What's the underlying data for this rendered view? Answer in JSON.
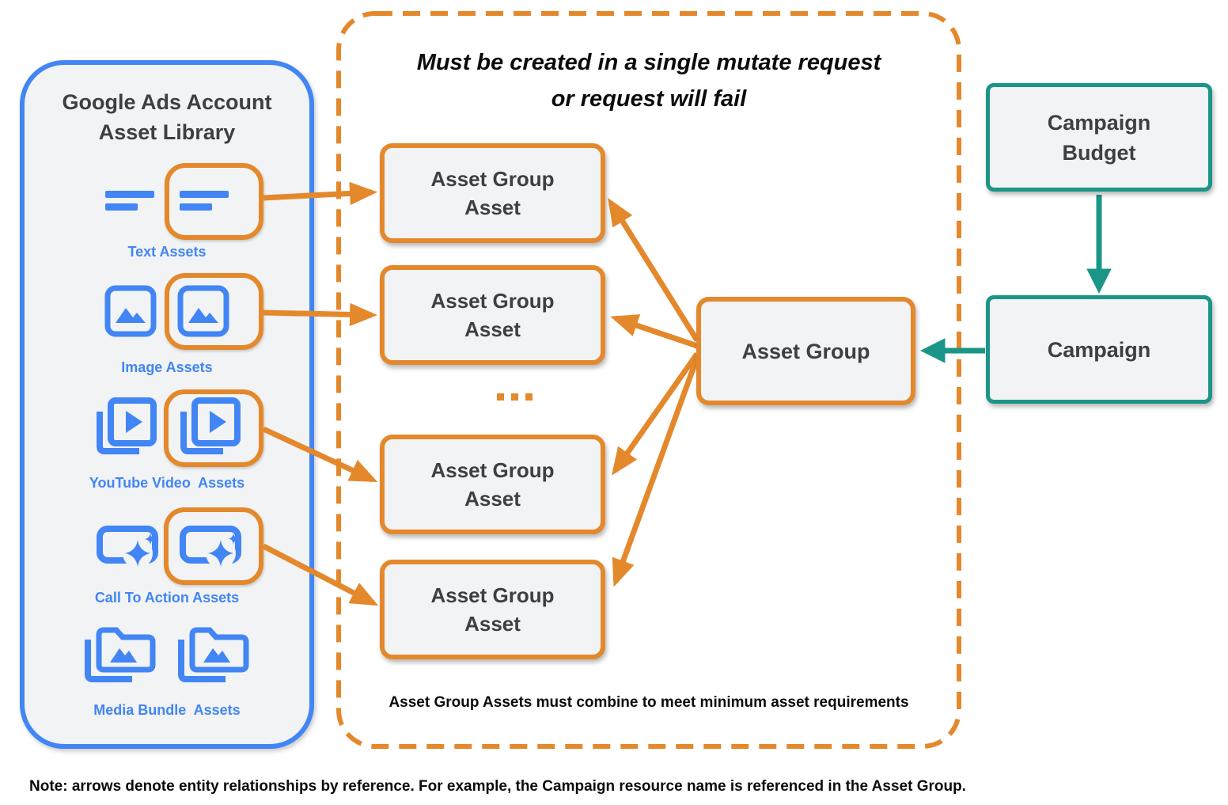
{
  "library": {
    "title": "Google Ads Account Asset Library",
    "items": [
      {
        "label": "Text Assets",
        "icon": "text-lines-icon"
      },
      {
        "label": "Image Assets",
        "icon": "image-icon"
      },
      {
        "label": "YouTube Video  Assets",
        "icon": "video-play-icon"
      },
      {
        "label": "Call To Action Assets",
        "icon": "cta-sparkle-icon"
      },
      {
        "label": "Media Bundle  Assets",
        "icon": "media-bundle-folder-icon"
      }
    ]
  },
  "mutate_panel": {
    "title_line1": "Must be created in a single mutate request",
    "title_line2": "or request will fail",
    "boxes": [
      "Asset Group Asset",
      "Asset Group Asset",
      "Asset Group Asset",
      "Asset Group Asset"
    ],
    "ellipsis": "...",
    "footnote": "Asset Group Assets must combine to meet minimum asset requirements"
  },
  "entities": {
    "asset_group": "Asset Group",
    "campaign_budget": "Campaign Budget",
    "campaign": "Campaign"
  },
  "note": "Note: arrows denote entity relationships by reference. For example, the Campaign resource name is referenced in the Asset Group.",
  "colors": {
    "orange": "#E4882C",
    "blue": "#4285F4",
    "teal": "#1B9587",
    "box_fill": "#F1F3F4",
    "text_dark": "#3C4043"
  }
}
